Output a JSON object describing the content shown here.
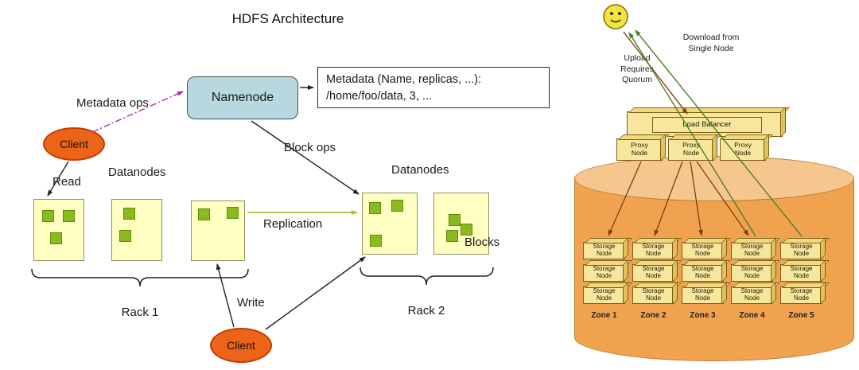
{
  "left_diagram": {
    "title": "HDFS Architecture",
    "namenode": "Namenode",
    "metadata_line1": "Metadata (Name, replicas, ...):",
    "metadata_line2": "/home/foo/data, 3, ...",
    "metadata_ops": "Metadata ops",
    "block_ops": "Block ops",
    "read": "Read",
    "write": "Write",
    "replication": "Replication",
    "blocks": "Blocks",
    "datanodes_left": "Datanodes",
    "datanodes_right": "Datanodes",
    "rack1": "Rack 1",
    "rack2": "Rack 2",
    "client_top": "Client",
    "client_bottom": "Client"
  },
  "right_diagram": {
    "download_label": "Download from\nSingle Node",
    "upload_label": "Upload\nRequires\nQuorum",
    "load_balancer": "Load Balancer",
    "proxy_label": "Proxy\nNode",
    "storage_label": "Storage\nNode",
    "zones": [
      "Zone 1",
      "Zone 2",
      "Zone 3",
      "Zone 4",
      "Zone 5"
    ]
  },
  "colors": {
    "namenode_fill": "#b7d8de",
    "client_fill": "#ec6418",
    "datanode_fill": "#ffffc2",
    "block_fill": "#8aba20",
    "node_fill": "#f7e79e",
    "cylinder_body": "#f0a24f",
    "cylinder_top": "#f5c68e",
    "replication_arrow": "#a6c63c",
    "metadata_ops_arrow": "#a0359f",
    "upload_arrow": "#7d3f10",
    "download_arrow": "#4e7e28"
  }
}
